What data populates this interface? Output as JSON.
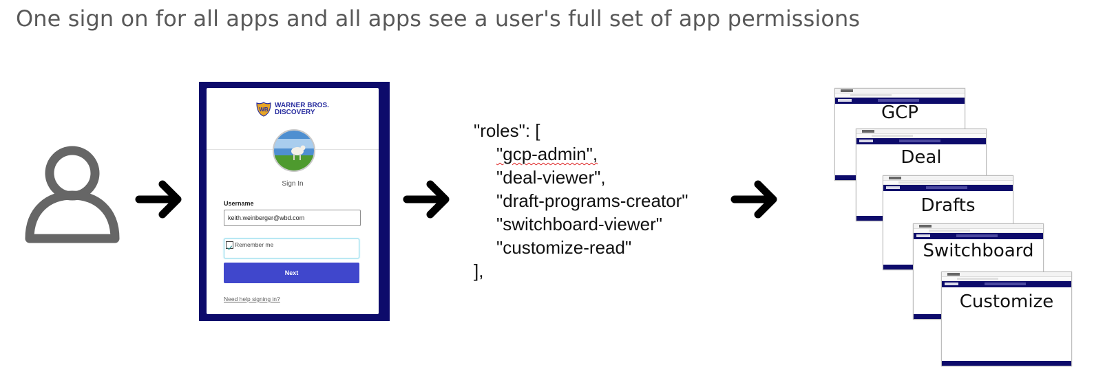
{
  "heading": "One sign on for all apps and all apps see a user's full set of app permissions",
  "login": {
    "brand_line1": "WARNER BROS.",
    "brand_line2": "DISCOVERY",
    "title": "Sign In",
    "username_label": "Username",
    "username_value": "keith.weinberger@wbd.com",
    "remember_label": "Remember me",
    "remember_checked": true,
    "next_label": "Next",
    "help_link": "Need help signing in?"
  },
  "roles": {
    "open": "\"roles\": [",
    "items": [
      "\"gcp-admin\",",
      "\"deal-viewer\",",
      "\"draft-programs-creator\"",
      "\"switchboard-viewer\"",
      "\"customize-read\""
    ],
    "close": "],"
  },
  "apps": [
    "GCP",
    "Deal",
    "Drafts",
    "Switchboard",
    "Customize"
  ],
  "colors": {
    "frame_navy": "#0d0b6b",
    "button_blue": "#4047cc",
    "icon_gray": "#666666"
  }
}
